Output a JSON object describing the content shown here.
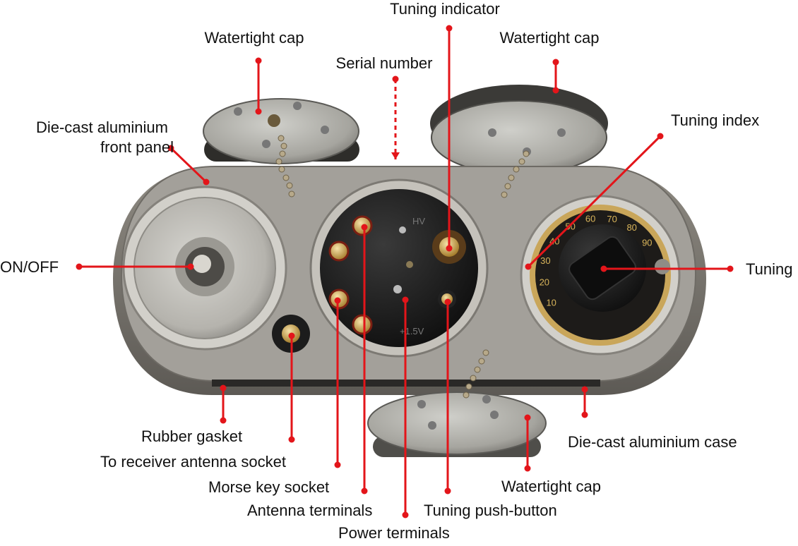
{
  "colors": {
    "leader": "#e3151a",
    "text": "#111111",
    "metal": "#9c9c98",
    "panel": "#8f8b83",
    "dark": "#1a1a1a"
  },
  "labels": {
    "tuning_indicator": "Tuning indicator",
    "watertight_cap_left": "Watertight cap",
    "watertight_cap_right": "Watertight cap",
    "serial_number": "Serial number",
    "front_panel_line1": "Die-cast aluminium",
    "front_panel_line2": "front panel",
    "tuning_index": "Tuning index",
    "on_off": "ON/OFF",
    "tuning": "Tuning",
    "rubber_gasket": "Rubber gasket",
    "receiver_antenna_socket": "To receiver antenna socket",
    "die_cast_case": "Die-cast aluminium case",
    "morse_key_socket": "Morse key socket",
    "watertight_cap_bottom": "Watertight cap",
    "antenna_terminals": "Antenna terminals",
    "tuning_push_button": "Tuning push-button",
    "power_terminals": "Power terminals"
  },
  "device": {
    "panel_markings": [
      "HV",
      "+1.5V"
    ],
    "dial_numbers": [
      "10",
      "20",
      "30",
      "40",
      "50",
      "60",
      "70",
      "80",
      "90"
    ]
  }
}
